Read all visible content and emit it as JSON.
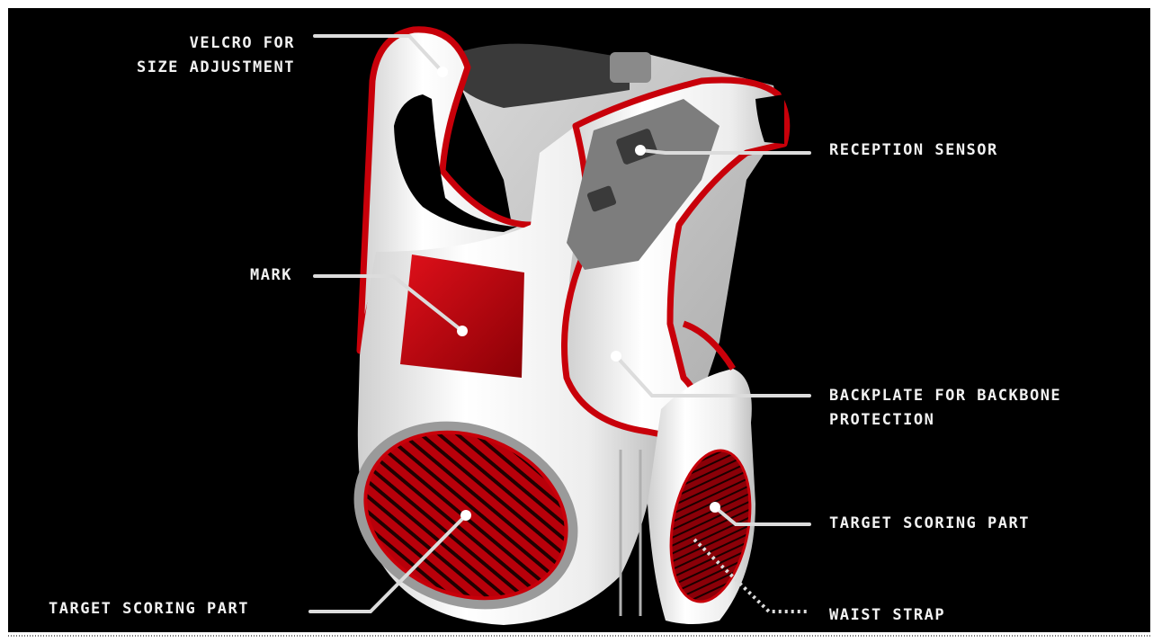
{
  "labels": {
    "velcro": {
      "line1": "VELCRO FOR",
      "line2": "SIZE ADJUSTMENT"
    },
    "reception_sensor": "RECEPTION SENSOR",
    "mark": "MARK",
    "backplate": {
      "line1": "BACKPLATE FOR BACKBONE",
      "line2": "PROTECTION"
    },
    "target_right": "TARGET SCORING PART",
    "target_left": "TARGET SCORING PART",
    "waist_strap": "WAIST STRAP"
  },
  "colors": {
    "background": "#000000",
    "vest_body": "#f4f4f4",
    "accent_red": "#c8000a",
    "sensor_gray": "#7d7d7d",
    "label_text": "#f2f2f2"
  }
}
